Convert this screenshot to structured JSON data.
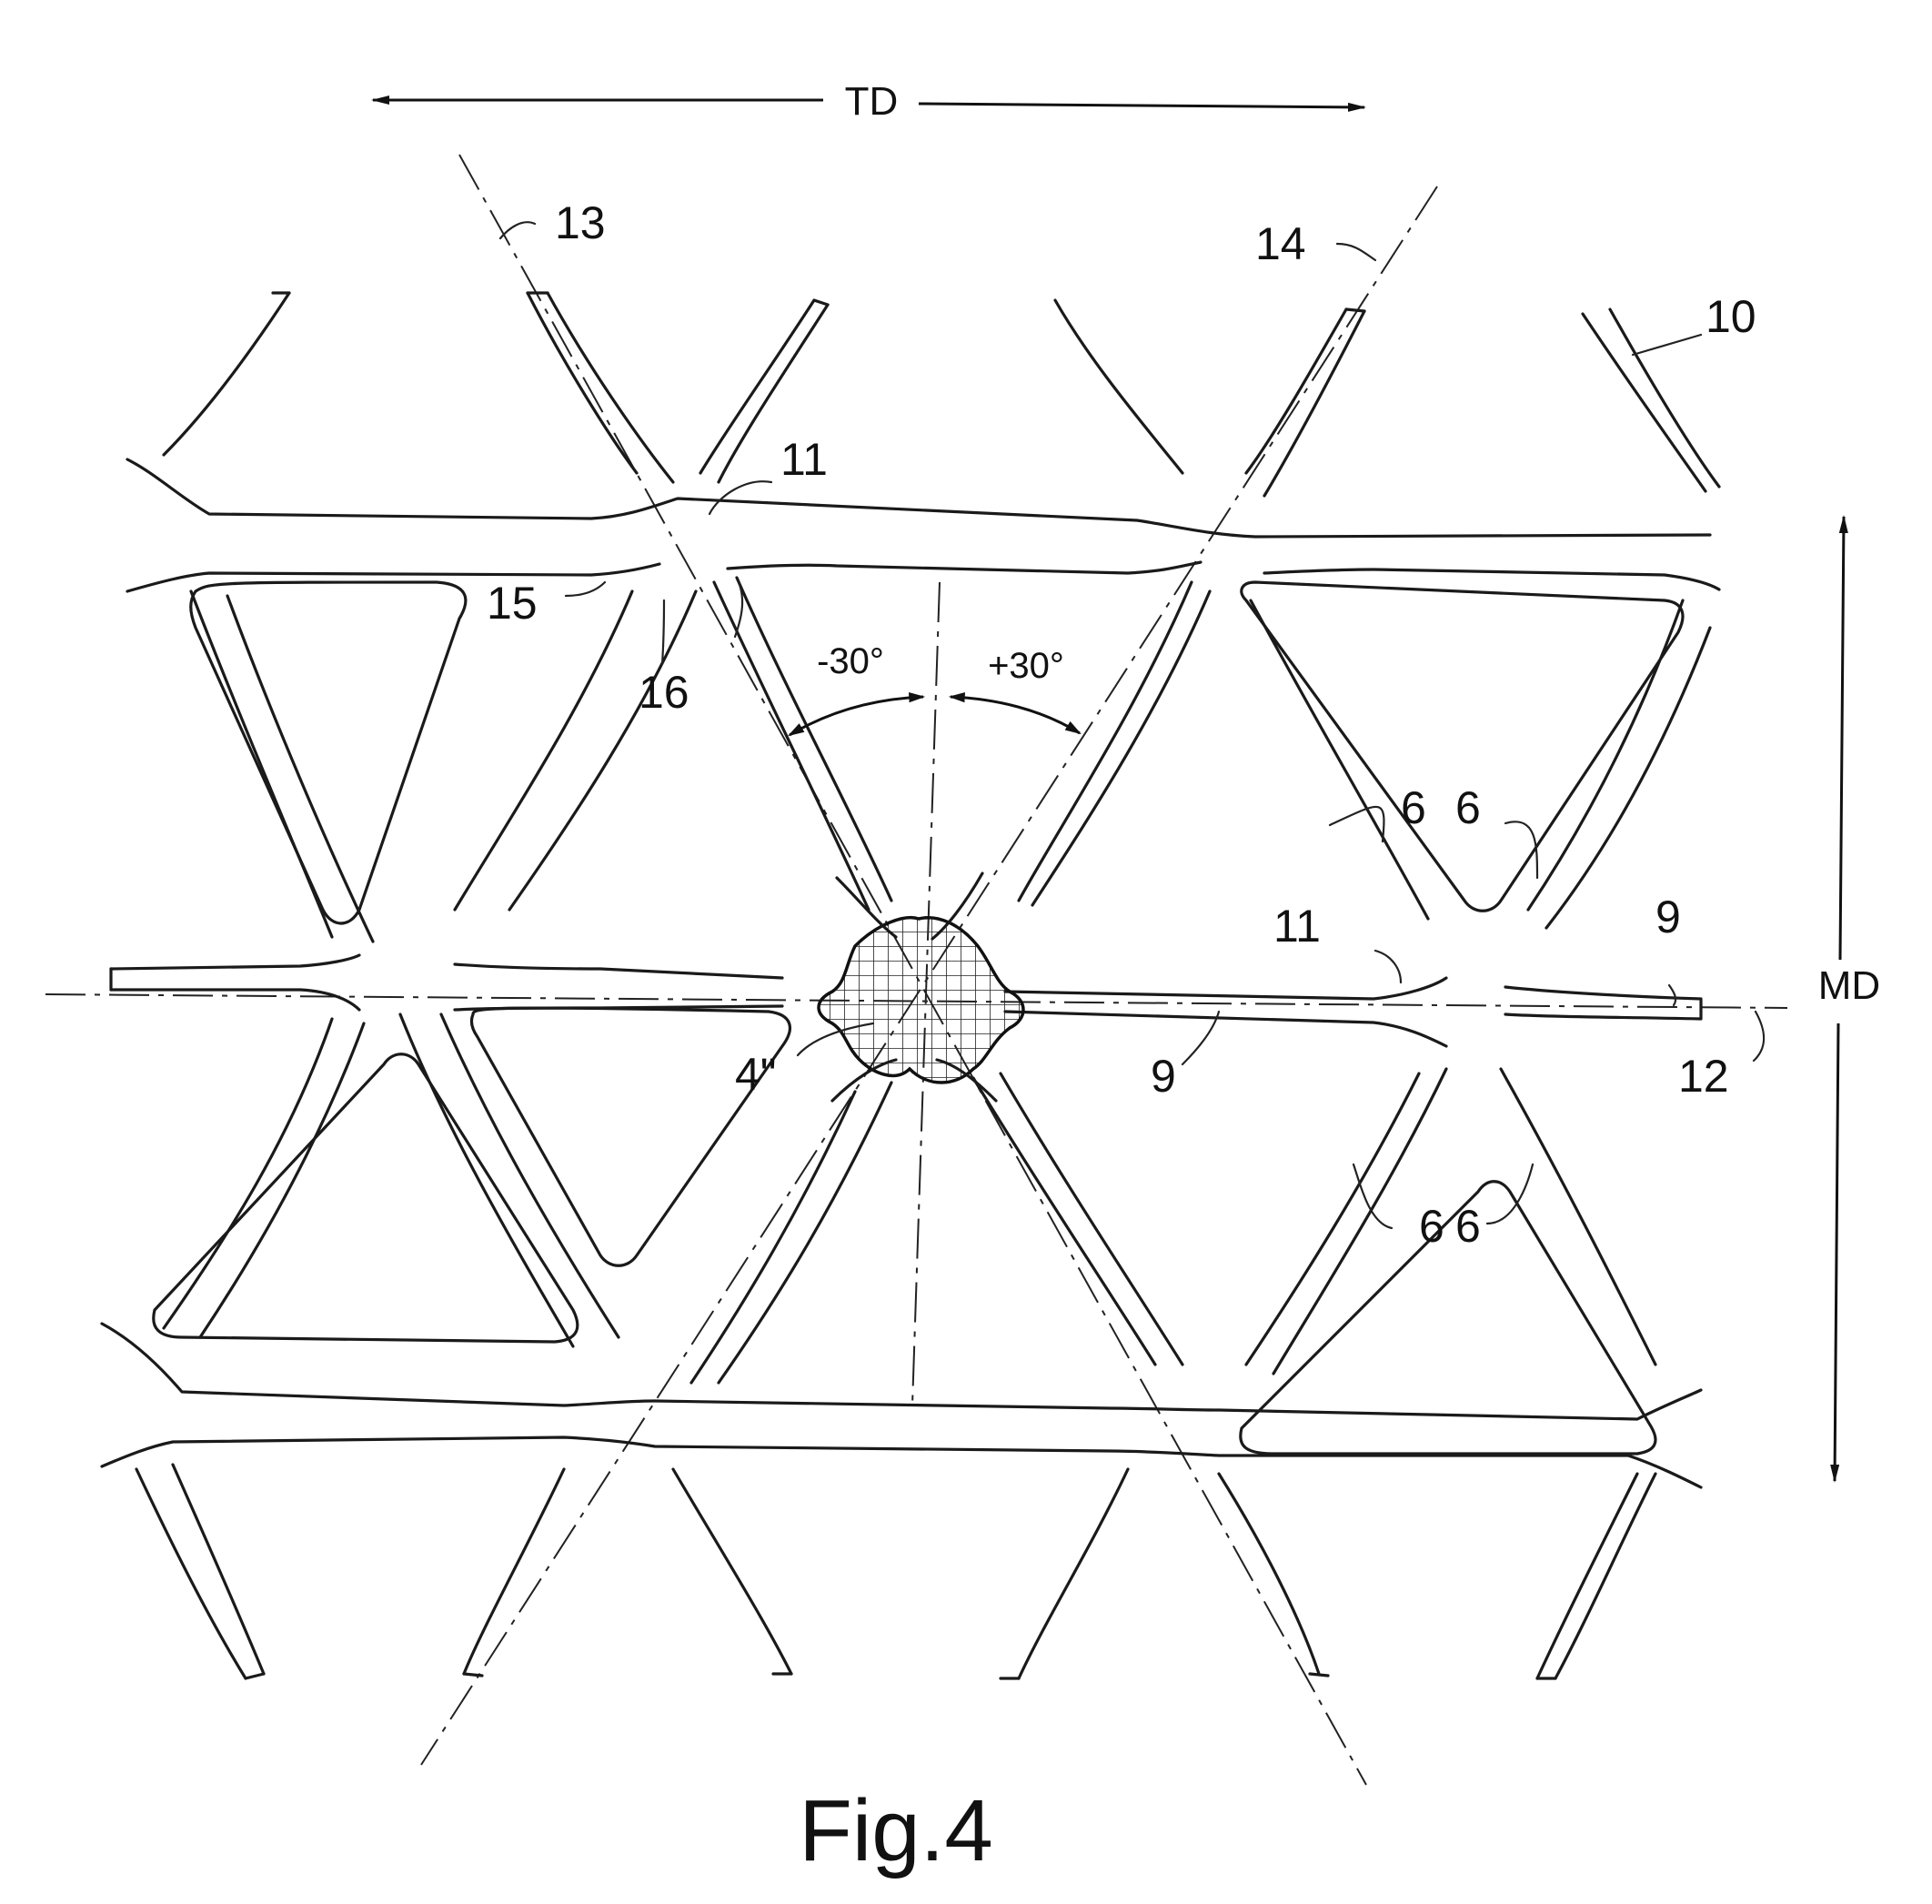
{
  "figure": {
    "caption": "Fig.4",
    "directions": {
      "transverse": "TD",
      "machine": "MD"
    },
    "angles": {
      "negative": "-30°",
      "positive": "+30°"
    },
    "reference_numerals": {
      "product": "10",
      "junction_top": "11",
      "junction_right": "11",
      "junction_center": "4\"",
      "strand_upper_left": "6",
      "strand_upper_right": "6",
      "strand_lower_left": "6",
      "strand_lower_right": "6",
      "bar_right": "9",
      "bar_center": "9",
      "axis_horizontal": "12",
      "axis_left": "13",
      "axis_right": "14",
      "detail_15": "15",
      "detail_16": "16"
    }
  }
}
